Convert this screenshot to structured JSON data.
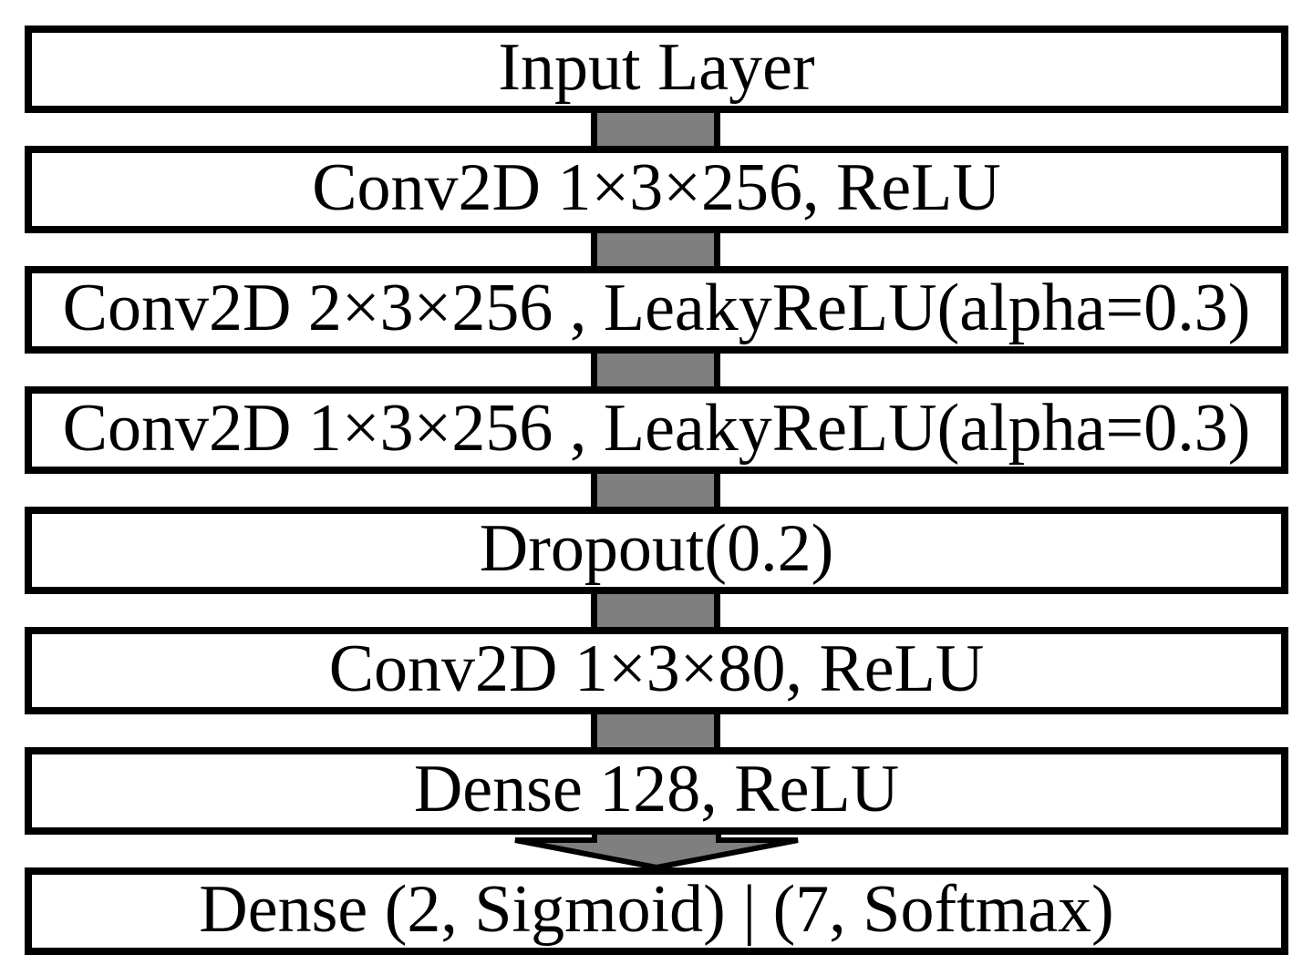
{
  "diagram": {
    "type": "neural-network-flowchart",
    "layers": [
      {
        "label": "Input Layer"
      },
      {
        "label": "Conv2D 1×3×256, ReLU"
      },
      {
        "label": "Conv2D 2×3×256 , LeakyReLU(alpha=0.3)"
      },
      {
        "label": "Conv2D 1×3×256 , LeakyReLU(alpha=0.3)"
      },
      {
        "label": "Dropout(0.2)"
      },
      {
        "label": "Conv2D 1×3×80, ReLU"
      },
      {
        "label": "Dense 128, ReLU"
      },
      {
        "label": "Dense (2, Sigmoid) | (7, Softmax)"
      }
    ],
    "colors": {
      "background": "#ffffff",
      "box_fill": "#ffffff",
      "box_border": "#000000",
      "connector_fill": "#7f7f7f",
      "connector_border": "#000000"
    }
  }
}
